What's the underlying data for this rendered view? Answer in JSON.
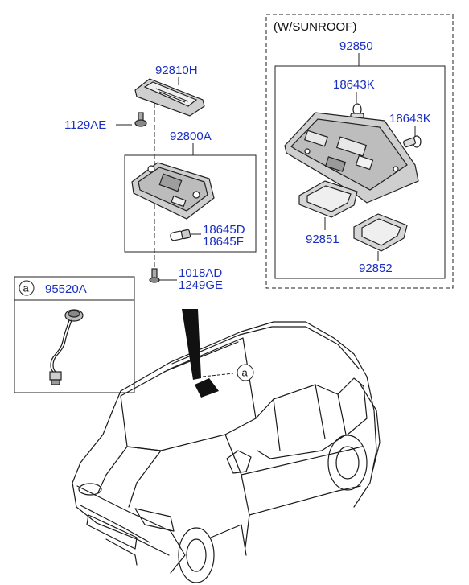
{
  "colors": {
    "part_number": "#1a2fbf",
    "line": "#222222"
  },
  "sunroof_box": {
    "title": "(W/SUNROOF)"
  },
  "labels": {
    "p92810H": "92810H",
    "p1129AE": "1129AE",
    "p92800A": "92800A",
    "p18645D": "18645D",
    "p18645F": "18645F",
    "p1018AD": "1018AD",
    "p1249GE": "1249GE",
    "p92850": "92850",
    "p18643K_a": "18643K",
    "p18643K_b": "18643K",
    "p92851": "92851",
    "p92852": "92852",
    "p95520A": "95520A"
  },
  "callouts": {
    "ref_a_box": "a",
    "ref_a_car": "a"
  }
}
